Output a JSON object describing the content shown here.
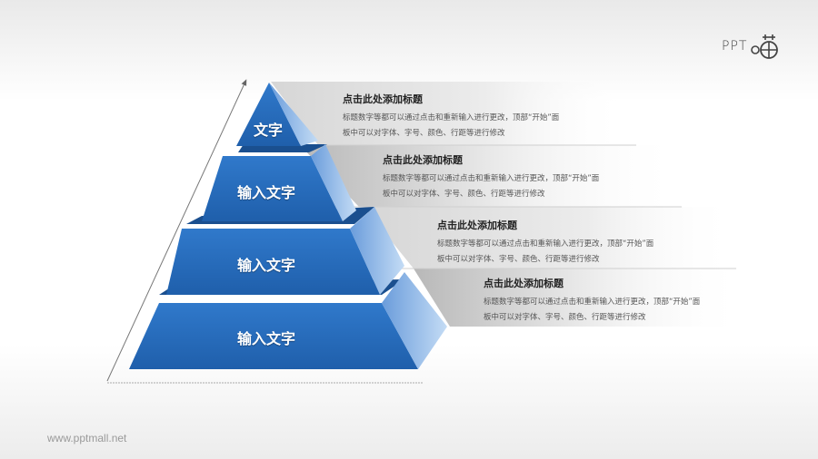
{
  "logo": {
    "text": "PPT",
    "icon": "teacup-icon"
  },
  "pyramid": {
    "tiers": [
      {
        "label": "文字"
      },
      {
        "label": "输入文字"
      },
      {
        "label": "输入文字"
      },
      {
        "label": "输入文字"
      }
    ],
    "colors": {
      "front_top": "#2f74c6",
      "front_bottom": "#1e5ea9",
      "ledge": "#1a4f8f",
      "side_light": "#bcd6f2",
      "side_dark": "#6e9fdc"
    }
  },
  "descriptions": [
    {
      "title": "点击此处添加标题",
      "line1": "标题数字等都可以通过点击和重新输入进行更改，顶部“开始”面",
      "line2": "板中可以对字体、字号、颜色、行距等进行修改"
    },
    {
      "title": "点击此处添加标题",
      "line1": "标题数字等都可以通过点击和重新输入进行更改，顶部“开始”面",
      "line2": "板中可以对字体、字号、颜色、行距等进行修改"
    },
    {
      "title": "点击此处添加标题",
      "line1": "标题数字等都可以通过点击和重新输入进行更改，顶部“开始”面",
      "line2": "板中可以对字体、字号、颜色、行距等进行修改"
    },
    {
      "title": "点击此处添加标题",
      "line1": "标题数字等都可以通过点击和重新输入进行更改，顶部“开始”面",
      "line2": "板中可以对字体、字号、颜色、行距等进行修改"
    }
  ],
  "footer": {
    "url": "www.pptmall.net"
  }
}
